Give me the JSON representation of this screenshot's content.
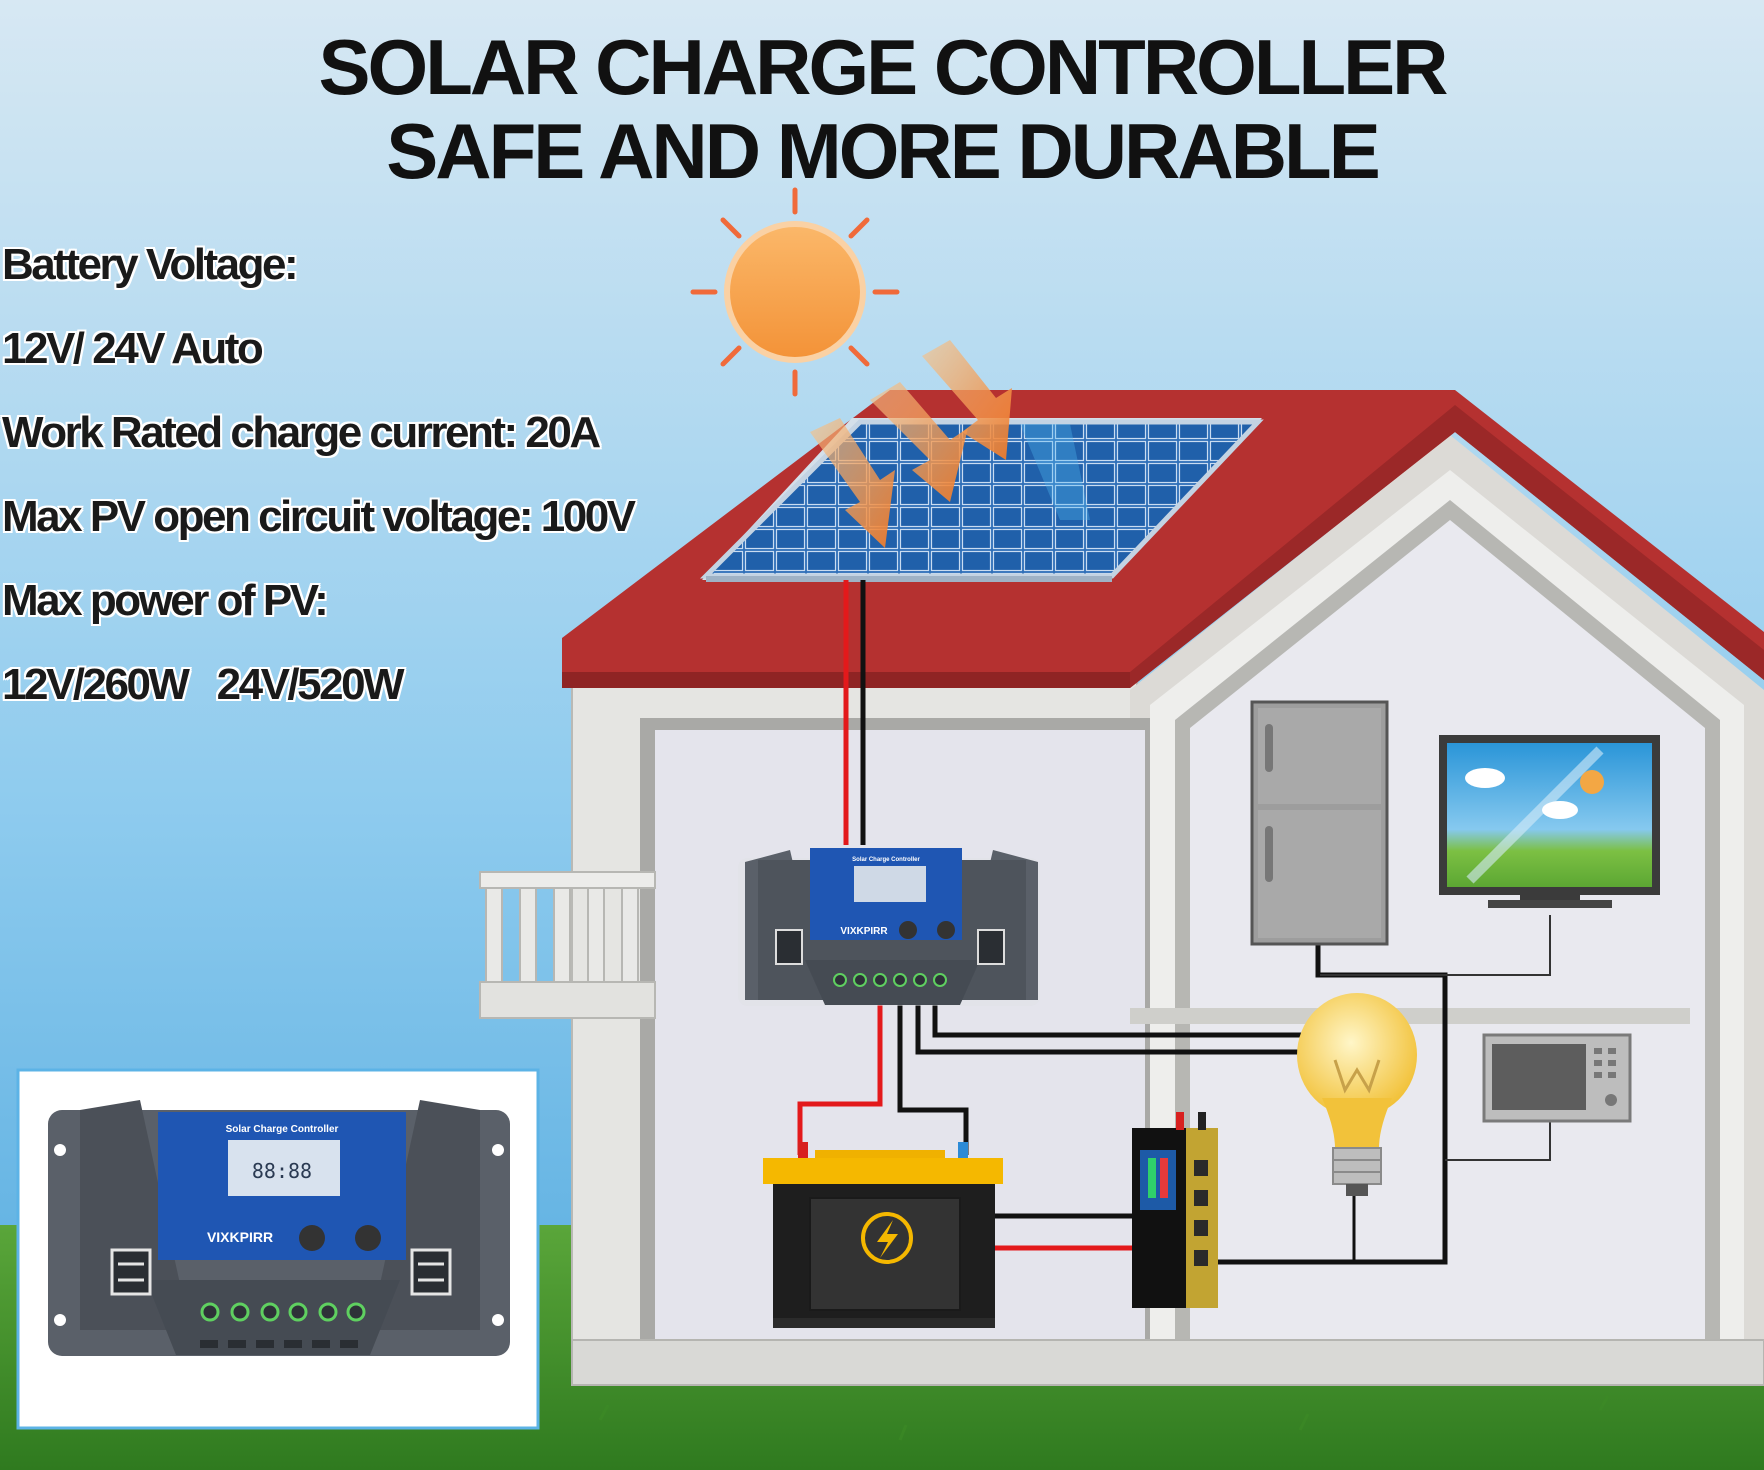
{
  "title": {
    "line1": "SOLAR CHARGE CONTROLLER",
    "line2": "SAFE AND MORE DURABLE"
  },
  "specs": [
    "Battery Voltage:",
    "12V/ 24V Auto",
    "Work Rated charge current: 20A",
    "Max PV open circuit voltage: 100V",
    "Max power of PV:",
    "12V/260W   24V/520W"
  ],
  "controller": {
    "panel_label": "Solar Charge Controller",
    "brand": "VIXKPIRR",
    "lcd_digits": "88:88"
  },
  "colors": {
    "sky_top": "#cfe3f1",
    "sky_bottom": "#6ab6e3",
    "roof": "#b7302e",
    "wire_positive": "#e3191b",
    "wire_negative": "#111111",
    "controller_body": "#5a6069",
    "controller_face": "#1f56b3",
    "battery_top": "#f5b800",
    "sun": "#f7a24b",
    "inset_border": "#5cb3e6"
  },
  "icons": {
    "sun": "sun-icon",
    "solar_panel": "solar-panel-icon",
    "battery": "battery-icon",
    "bulb": "light-bulb-icon",
    "tv": "tv-icon",
    "fridge": "fridge-icon",
    "microwave": "microwave-icon",
    "inverter": "inverter-icon"
  }
}
